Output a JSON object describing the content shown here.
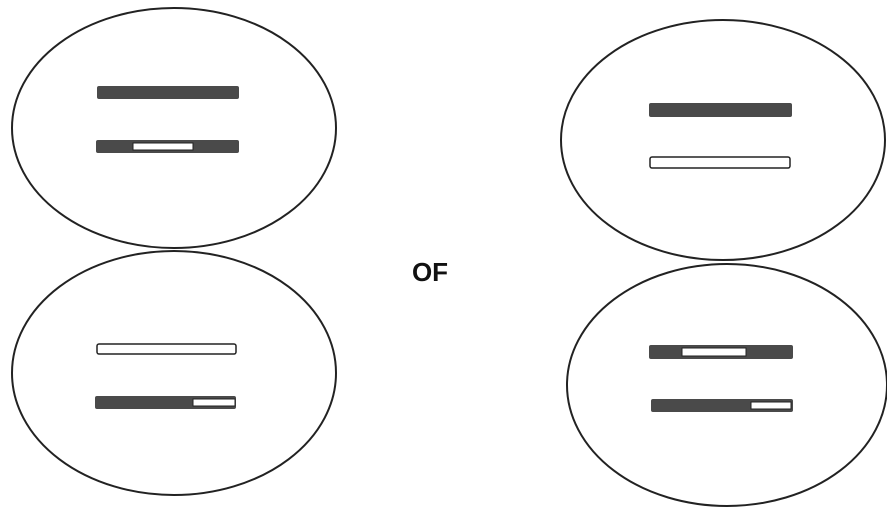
{
  "connector_label": "OF",
  "colors": {
    "outline": "#222222",
    "dark_segment": "#4a4a4a",
    "light_segment": "#ffffff"
  },
  "groups": [
    {
      "name": "left-pair",
      "cells": [
        {
          "name": "top-left-cell",
          "bars": [
            {
              "name": "bar-1",
              "segments": [
                "dark"
              ]
            },
            {
              "name": "bar-2",
              "segments": [
                "dark",
                "light",
                "dark"
              ]
            }
          ]
        },
        {
          "name": "bottom-left-cell",
          "bars": [
            {
              "name": "bar-1",
              "segments": [
                "light"
              ]
            },
            {
              "name": "bar-2",
              "segments": [
                "dark",
                "light"
              ]
            }
          ]
        }
      ]
    },
    {
      "name": "right-pair",
      "cells": [
        {
          "name": "top-right-cell",
          "bars": [
            {
              "name": "bar-1",
              "segments": [
                "dark"
              ]
            },
            {
              "name": "bar-2",
              "segments": [
                "light"
              ]
            }
          ]
        },
        {
          "name": "bottom-right-cell",
          "bars": [
            {
              "name": "bar-1",
              "segments": [
                "dark",
                "light",
                "dark"
              ]
            },
            {
              "name": "bar-2",
              "segments": [
                "dark",
                "light"
              ]
            }
          ]
        }
      ]
    }
  ]
}
